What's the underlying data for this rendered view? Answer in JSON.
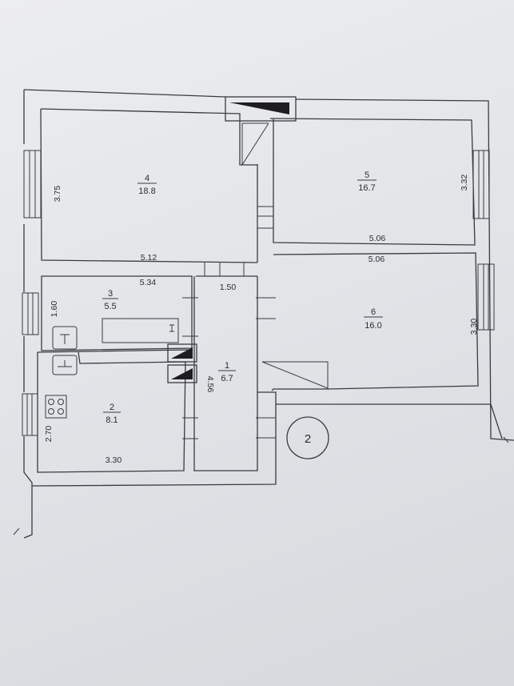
{
  "rooms": [
    {
      "id": "4",
      "area": "18.8"
    },
    {
      "id": "5",
      "area": "16.7"
    },
    {
      "id": "3",
      "area": "5.5"
    },
    {
      "id": "6",
      "area": "16.0"
    },
    {
      "id": "1",
      "area": "6.7"
    },
    {
      "id": "2",
      "area": "8.1"
    }
  ],
  "dimensions": {
    "room4_height": "3.75",
    "room4_width": "5.12",
    "room5_height": "3.32",
    "room5_width": "5.06",
    "room6_width": "5.06",
    "room6_height": "3.30",
    "room3_width": "5.34",
    "room3_height": "1.60",
    "corridor_width": "1.50",
    "corridor_height": "4.56",
    "room2_width": "3.30",
    "room2_height": "2.70"
  },
  "floor_marker": "2",
  "colors": {
    "line": "#3a3a40",
    "paper": "#e6e7eb"
  }
}
